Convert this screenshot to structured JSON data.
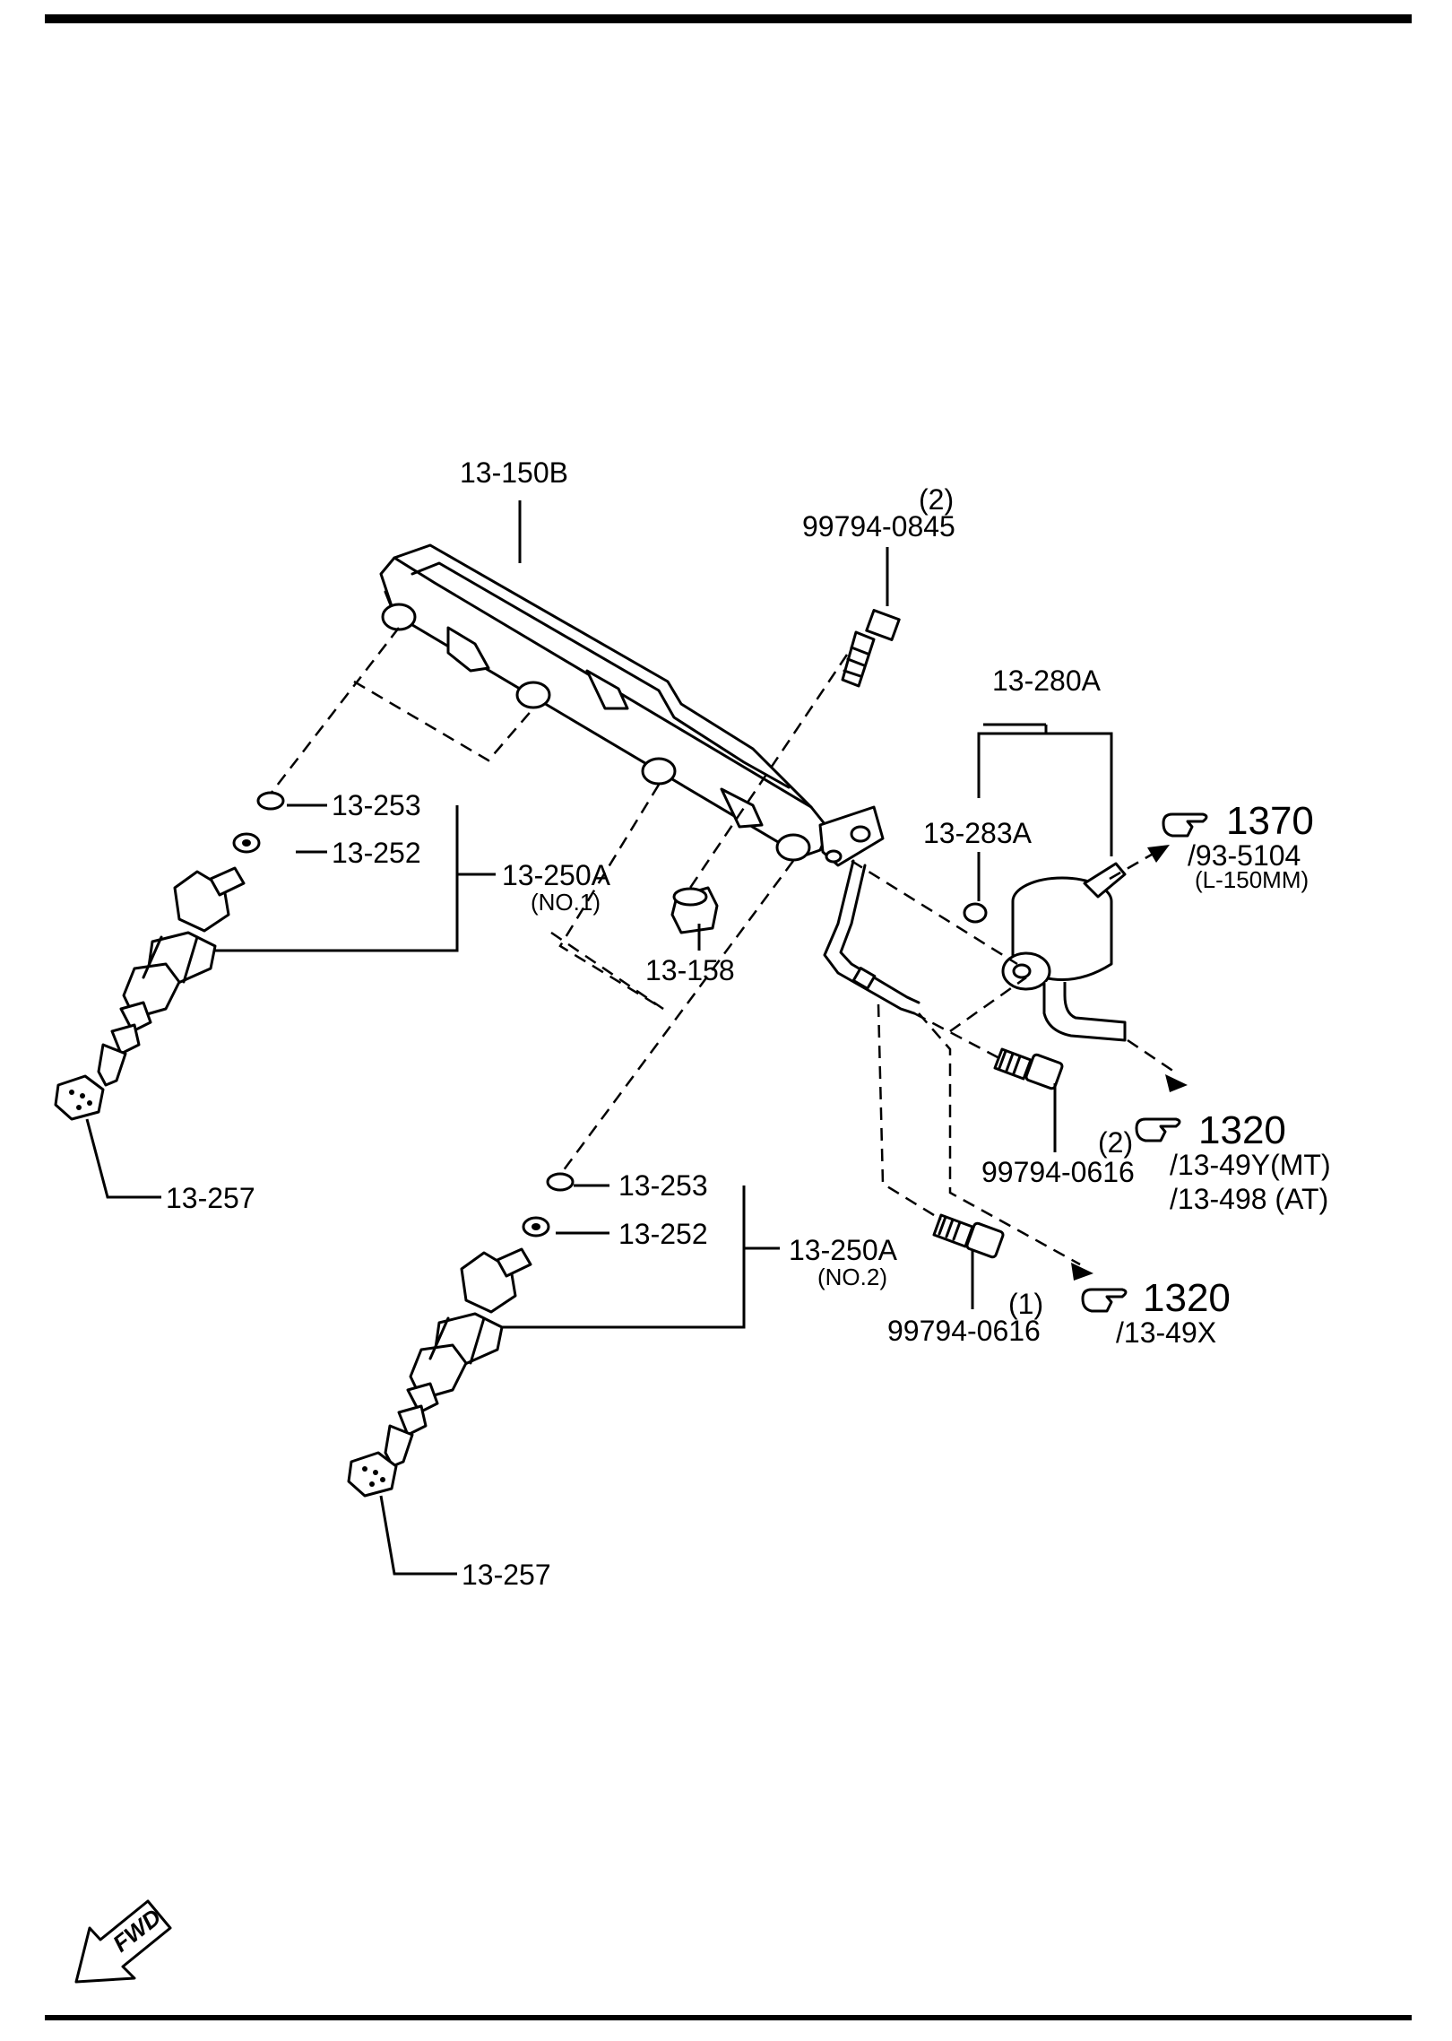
{
  "labels": {
    "fuel_rail": "13-150B",
    "bolt_top_qty": "(2)",
    "bolt_top": "99794-0845",
    "regulator": "13-280A",
    "oring": "13-283A",
    "ref_1370": "1370",
    "ref_1370_sub1": "/93-5104",
    "ref_1370_sub2": "(L-150MM)",
    "washer_253_a": "13-253",
    "washer_252_a": "13-252",
    "injector_a": "13-250A",
    "injector_a_no": "(NO.1)",
    "insulator": "13-158",
    "nut_257_a": "13-257",
    "bolt_mid_qty": "(2)",
    "bolt_mid": "99794-0616",
    "ref_1320_a": "1320",
    "ref_1320_a_sub1": "/13-49Y(MT)",
    "ref_1320_a_sub2": "/13-498 (AT)",
    "washer_253_b": "13-253",
    "washer_252_b": "13-252",
    "injector_b": "13-250A",
    "injector_b_no": "(NO.2)",
    "bolt_low_qty": "(1)",
    "bolt_low": "99794-0616",
    "ref_1320_b": "1320",
    "ref_1320_b_sub1": "/13-49X",
    "nut_257_b": "13-257",
    "fwd": "FWD"
  }
}
